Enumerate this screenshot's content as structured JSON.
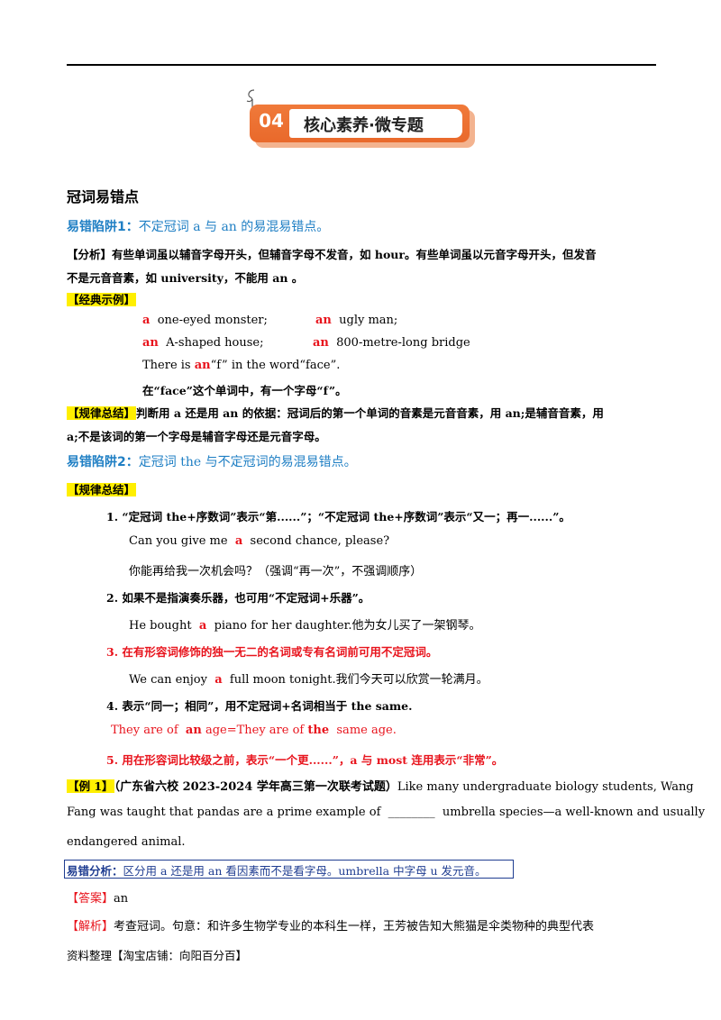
{
  "banner": {
    "number": "04",
    "title": "核心素养·微专题"
  },
  "section_title": "冠词易错点",
  "trap1": {
    "label": "易错陷阱1：",
    "text": "不定冠词 a 与 an 的易混易错点。"
  },
  "analysis": {
    "label": "【分析】",
    "line1": "有些单词虽以辅音字母开头，但辅音字母不发音，如 hour。有些单词虽以元音字母开头，但发音",
    "line2": "不是元音音素，如 university，不能用 an 。"
  },
  "examples_tag": "【经典示例】",
  "examples": {
    "r1a_art": "a",
    "r1a_text": "one-eyed monster;",
    "r1b_art": "an",
    "r1b_text": "ugly man;",
    "r2a_art": "an",
    "r2a_text": "A-shaped house;",
    "r2b_art": "an",
    "r2b_text": "800-metre-long bridge",
    "r3_pre": "There is",
    "r3_art": "an",
    "r3_post": "“f” in the word“face”.",
    "r4": "在“face”这个单词中，有一个字母“f”。"
  },
  "rule1": {
    "tag": "【规律总结】",
    "line1": "判断用 a 还是用 an 的依据：冠词后的第一个单词的音素是元音音素，用 an;是辅音音素，用",
    "line2": "a;不是该词的第一个字母是辅音字母还是元音字母。"
  },
  "trap2": {
    "label": "易错陷阱2：",
    "text": "定冠词 the 与不定冠词的易混易错点。"
  },
  "rule2_tag": "【规律总结】",
  "points": {
    "p1": "1. “定冠词 the+序数词”表示“第......”；“不定冠词 the+序数词”表示“又一；再一......”。",
    "p1_ex_pre": "Can you give me",
    "p1_ex_art": "a",
    "p1_ex_post": "second chance, please?",
    "p1_cn": "你能再给我一次机会吗？（强调“再一次”，不强调顺序）",
    "p2": "2.  如果不是指演奏乐器，也可用“不定冠词+乐器”。",
    "p2_ex_pre": "He bought",
    "p2_ex_art": "a",
    "p2_ex_post": "piano for her daughter.他为女儿买了一架钢琴。",
    "p3": "3. 在有形容词修饰的独一无二的名词或专有名词前可用不定冠词。",
    "p3_ex_pre": "We can enjoy",
    "p3_ex_art": "a",
    "p3_ex_post": "full moon tonight.我们今天可以欣赏一轮满月。",
    "p4": "4. 表示“同一；相同”，用不定冠词+名词相当于 the same.",
    "p4_ex_1": "They are of",
    "p4_ex_2": "an",
    "p4_ex_3": "age=They are of",
    "p4_ex_4": "the",
    "p4_ex_5": "same age.",
    "p5": "5. 用在形容词比较级之前，表示“一个更......”，a 与 most 连用表示“非常”。"
  },
  "example1": {
    "tag": "【例 1】",
    "source": "（广东省六校 2023-2024 学年高三第一次联考试题）",
    "line1_rest": "Like many undergraduate biology students, Wang",
    "line2_a": "Fang was taught that pandas are a prime example of",
    "line2_blank": "________",
    "line2_b": "umbrella species—a well-known and usually",
    "line3": "endangered animal.",
    "analysis_label": "易错分析：",
    "analysis_text": "区分用 a 还是用 an 看因素而不是看字母。umbrella 中字母 u 发元音。",
    "answer_label": "【答案】",
    "answer": "an",
    "explain_label": "【解析】",
    "explain": "考查冠词。句意：和许多生物学专业的本科生一样，王芳被告知大熊猫是伞类物种的典型代表"
  },
  "footer": "资料整理【淘宝店铺：向阳百分百】"
}
